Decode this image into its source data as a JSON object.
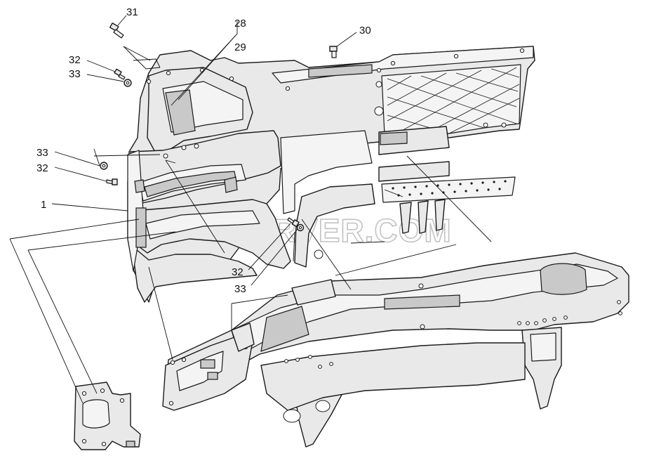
{
  "diagram": {
    "watermark": "SPECSERVER.COM",
    "callouts": [
      {
        "id": "c31",
        "label": "31"
      },
      {
        "id": "c28",
        "label": "28"
      },
      {
        "id": "c29",
        "label": "29"
      },
      {
        "id": "c30",
        "label": "30"
      },
      {
        "id": "c32a",
        "label": "32"
      },
      {
        "id": "c33a",
        "label": "33"
      },
      {
        "id": "c33b",
        "label": "33"
      },
      {
        "id": "c32b",
        "label": "32"
      },
      {
        "id": "c1",
        "label": "1"
      },
      {
        "id": "c32c",
        "label": "32"
      },
      {
        "id": "c33c",
        "label": "33"
      }
    ]
  }
}
